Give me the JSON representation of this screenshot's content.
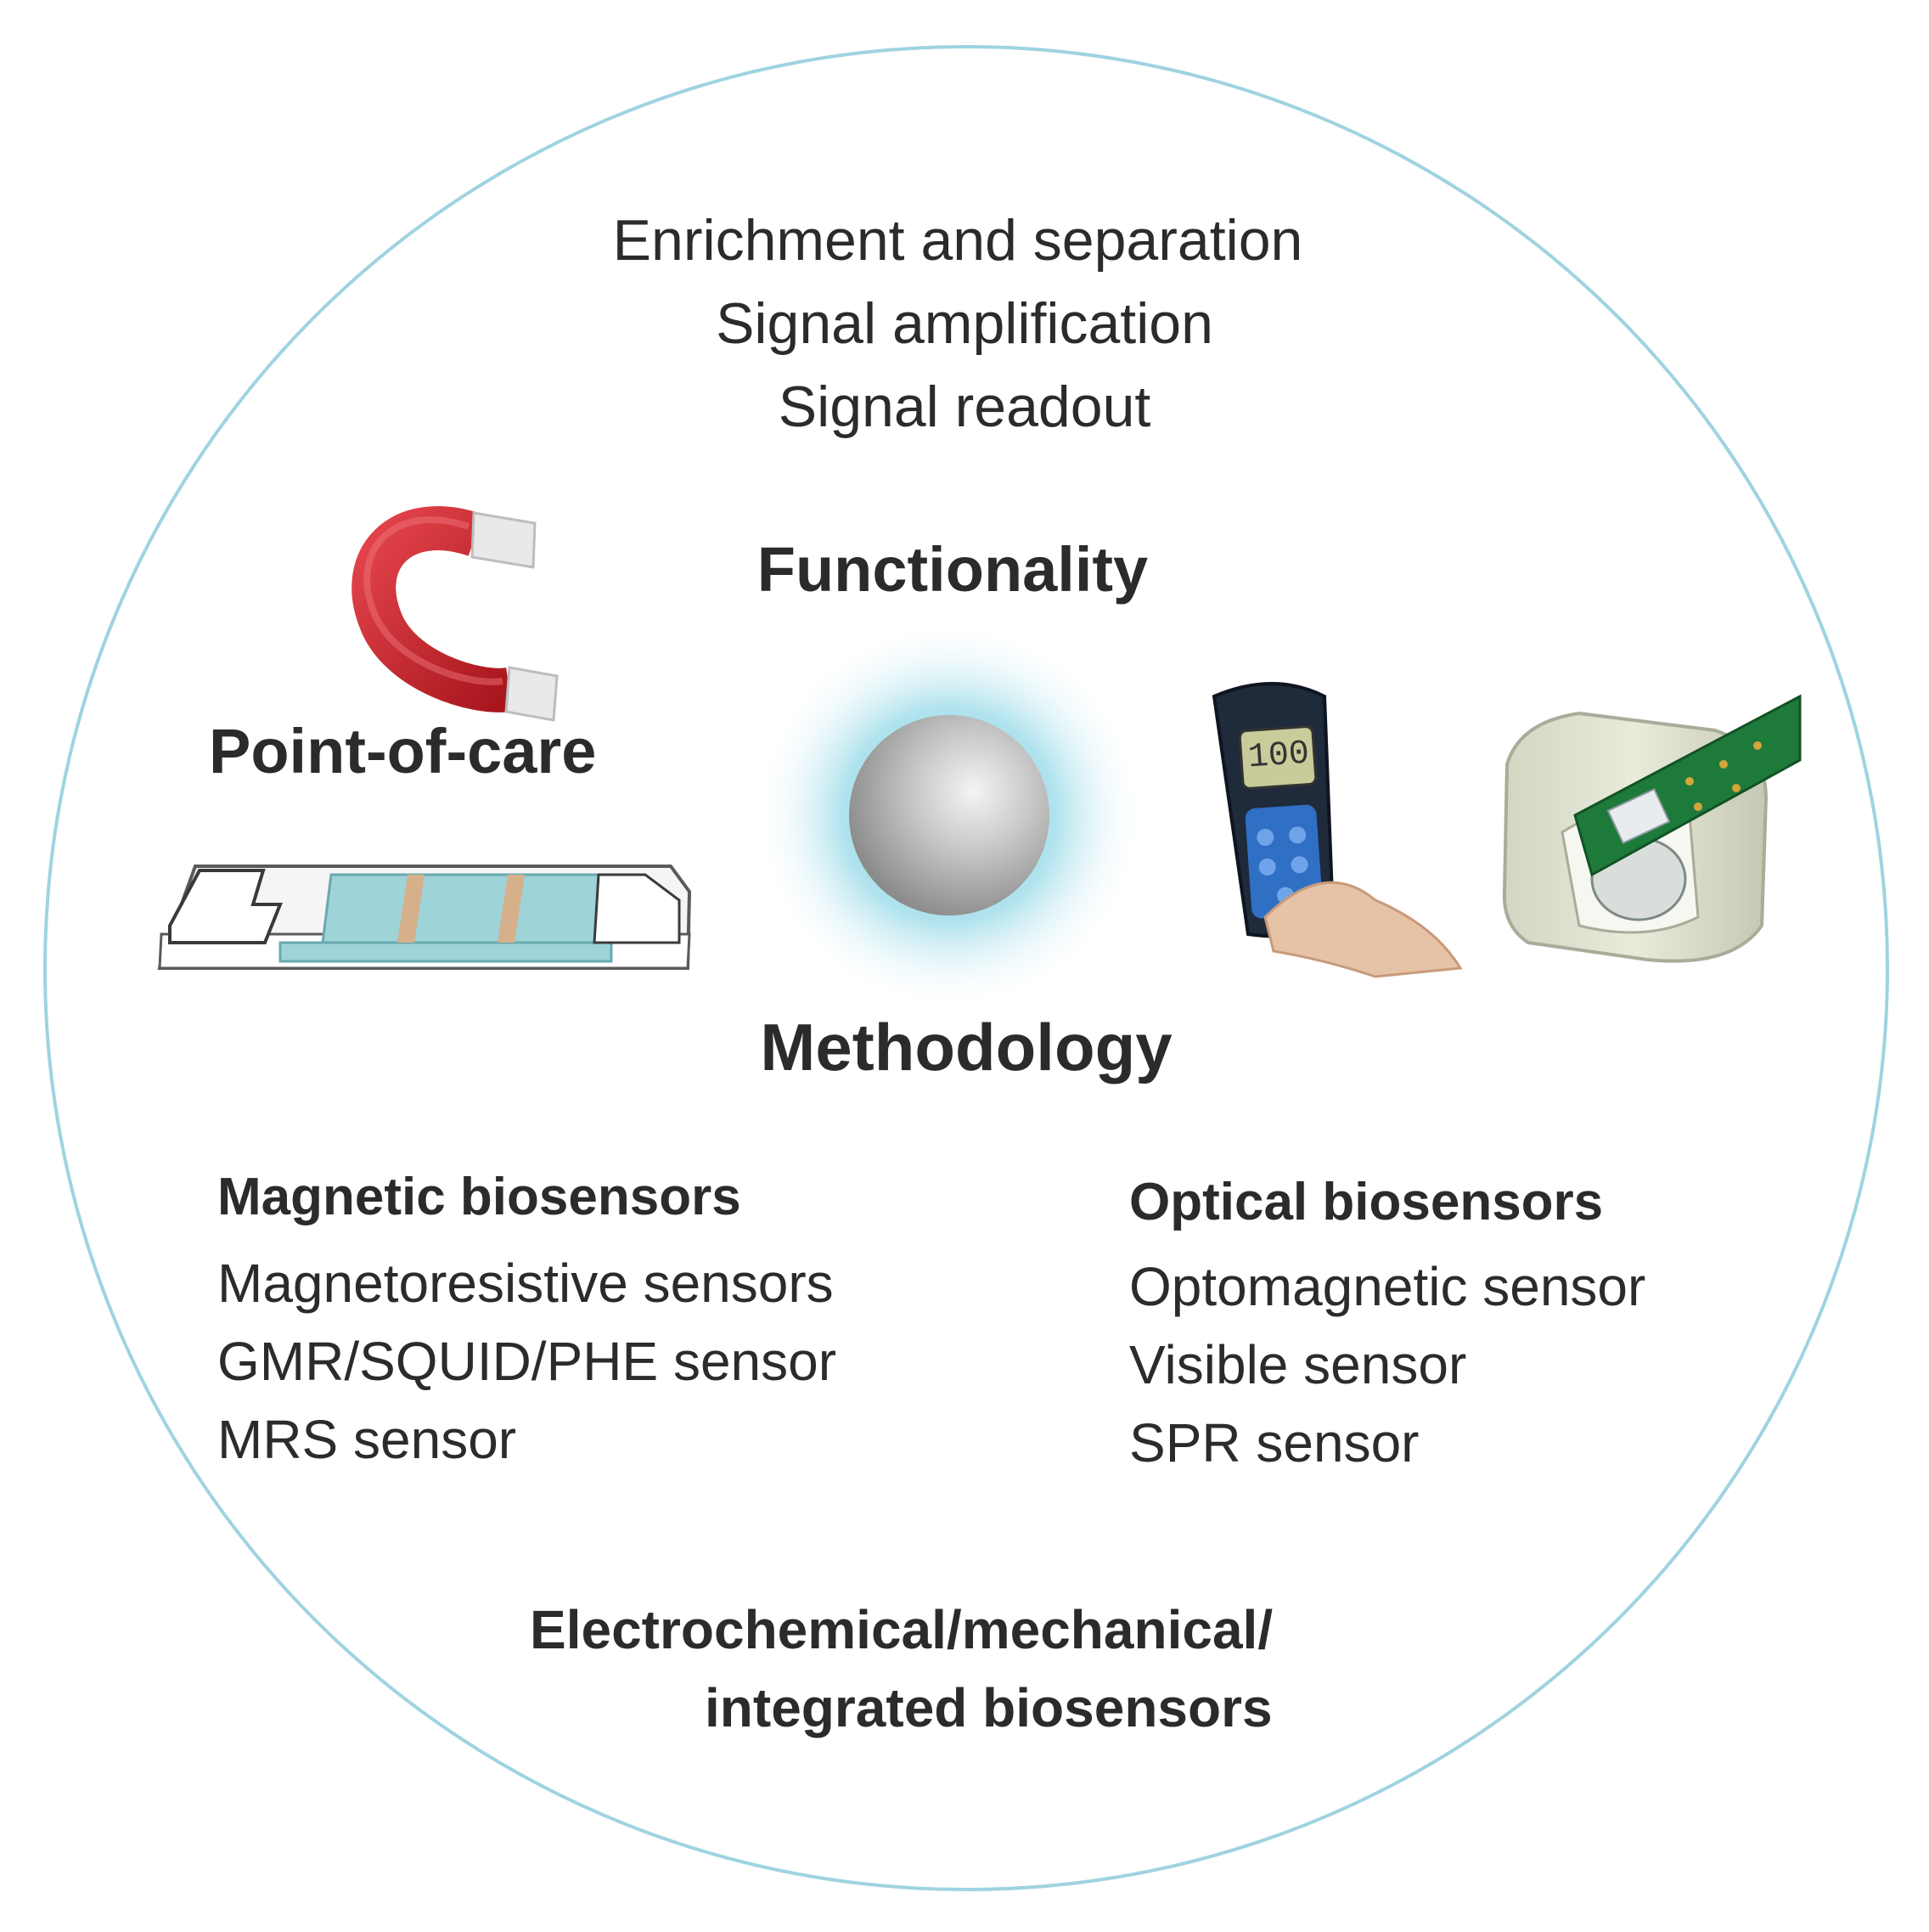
{
  "functionality_items": [
    "Enrichment and separation",
    "Signal amplification",
    "Signal readout"
  ],
  "functionality_title": "Functionality",
  "point_of_care_title": "Point-of-care",
  "meter_display": "100",
  "methodology_title": "Methodology",
  "magnetic": {
    "title": "Magnetic biosensors",
    "items": [
      "Magnetoresistive sensors",
      "GMR/SQUID/PHE sensor",
      "MRS sensor"
    ]
  },
  "optical": {
    "title": "Optical biosensors",
    "items": [
      "Optomagnetic sensor",
      "Visible sensor",
      "SPR sensor"
    ]
  },
  "other": {
    "line1": "Electrochemical/mechanical/",
    "line2": "integrated biosensors"
  },
  "colors": {
    "circle_outline": "#9fd3e0",
    "magnet_red": "#c8222a",
    "strip_teal": "#9ed3d8",
    "strip_band": "#d6b08a",
    "glow": "#6cc9dc",
    "meter_body": "#1f2a3a",
    "meter_keys": "#2f6fc4",
    "pcb_green": "#1e7a3a"
  },
  "icons": [
    "magnet-icon",
    "test-strip-icon",
    "nanoparticle-icon",
    "handheld-meter-icon",
    "sensor-chip-icon"
  ]
}
